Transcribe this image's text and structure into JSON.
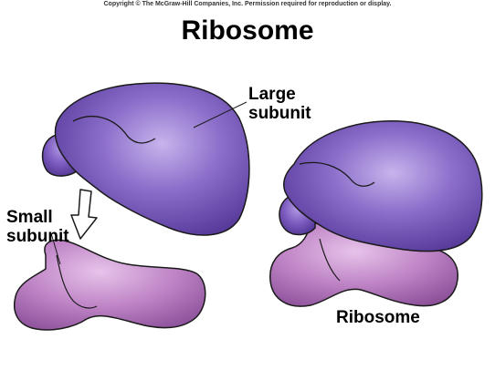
{
  "copyright": "Copyright © The McGraw-Hill Companies, Inc. Permission required for reproduction or display.",
  "title": "Ribosome",
  "labels": {
    "large_subunit": [
      "Large",
      "subunit"
    ],
    "small_subunit": [
      "Small",
      "subunit"
    ],
    "ribosome": "Ribosome"
  },
  "colors": {
    "large_subunit": "#7a5bb8",
    "small_subunit": "#b57bbd",
    "outline": "#1a1a1a",
    "background": "#ffffff"
  }
}
